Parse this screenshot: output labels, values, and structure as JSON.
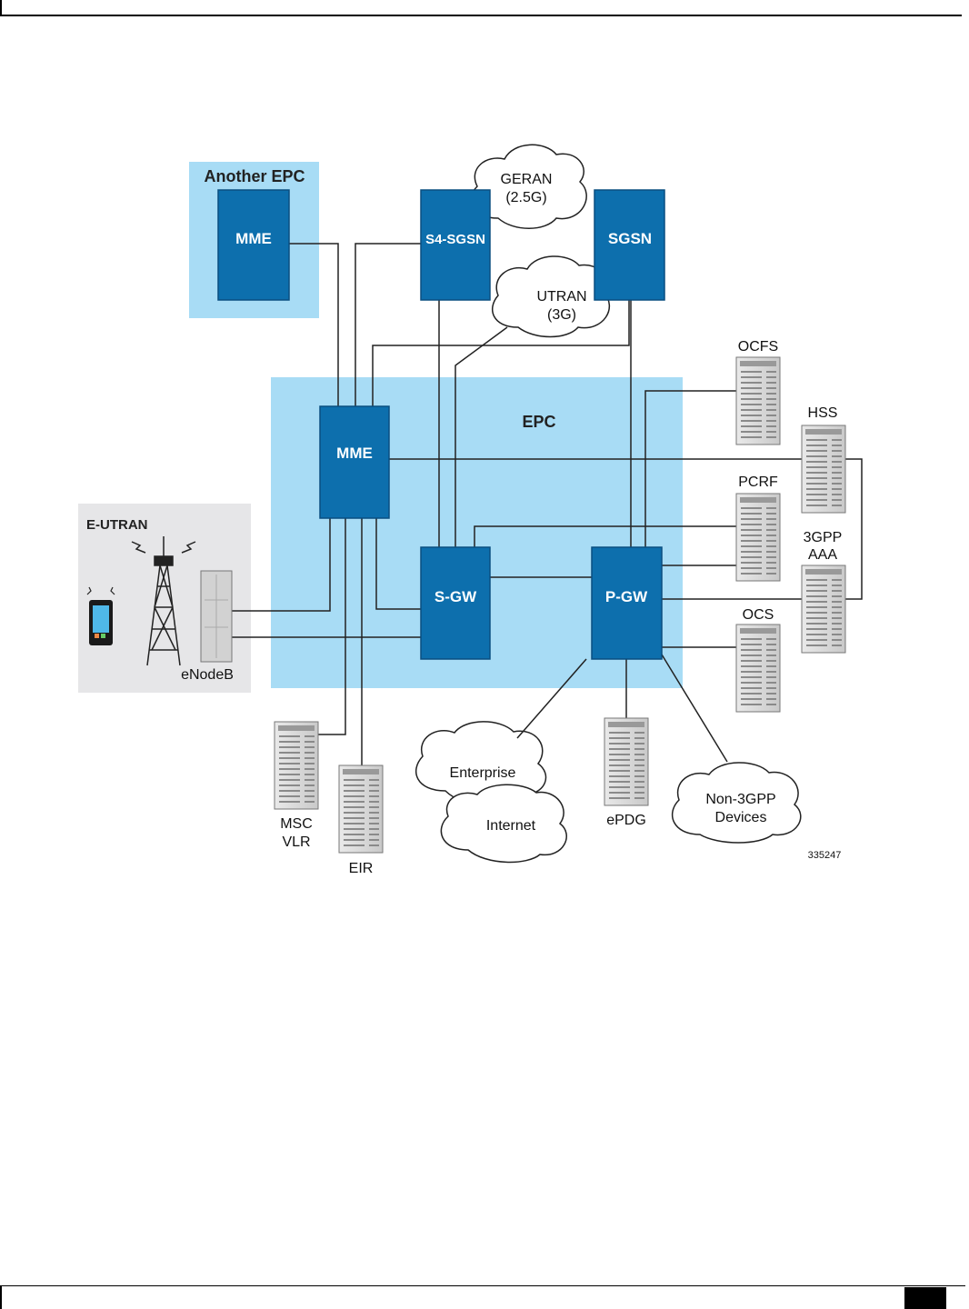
{
  "diagram": {
    "regions": {
      "another_epc": "Another EPC",
      "epc": "EPC",
      "e_utran": "E-UTRAN"
    },
    "nodes": {
      "mme_other": "MME",
      "s4_sgsn": "S4-SGSN",
      "sgsn": "SGSN",
      "mme": "MME",
      "sgw": "S-GW",
      "pgw": "P-GW"
    },
    "clouds": {
      "geran_line1": "GERAN",
      "geran_line2": "(2.5G)",
      "utran_line1": "UTRAN",
      "utran_line2": "(3G)",
      "enterprise": "Enterprise",
      "internet": "Internet",
      "non3gpp_line1": "Non-3GPP",
      "non3gpp_line2": "Devices"
    },
    "servers": {
      "ocfs": "OCFS",
      "hss": "HSS",
      "pcrf": "PCRF",
      "aaa_line1": "3GPP",
      "aaa_line2": "AAA",
      "ocs": "OCS",
      "enodeb": "eNodeB",
      "msc_line1": "MSC",
      "msc_line2": "VLR",
      "eir": "EIR",
      "epdg": "ePDG"
    },
    "figure_id": "335247",
    "colors": {
      "node_blue": "#0d6fad",
      "region_blue": "#a8dcf5",
      "region_gray": "#e6e6e8",
      "line": "#222222"
    }
  }
}
